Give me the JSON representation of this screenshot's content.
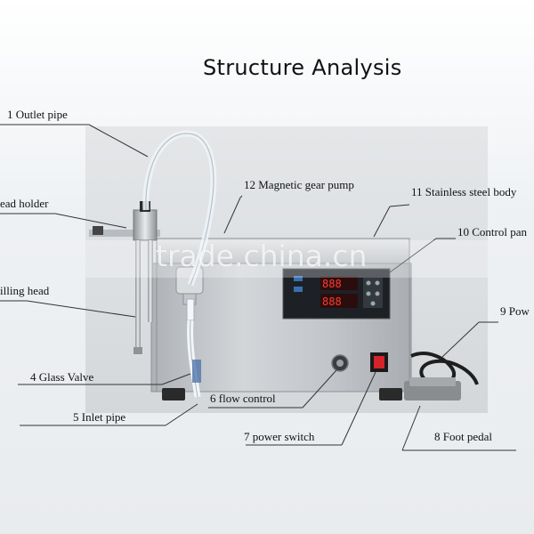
{
  "title": "Structure Analysis",
  "labels": {
    "outlet_pipe": "1 Outlet pipe",
    "head_holder": "ead holder",
    "filling_head": "illing head",
    "glass_valve": "4 Glass Valve",
    "inlet_pipe": "5 Inlet pipe",
    "flow_control": "6 flow control",
    "power_switch": "7 power switch",
    "foot_pedal": "8 Foot pedal",
    "power": "9 Pow",
    "control_panel": "10 Control pan",
    "stainless_body": "11 Stainless steel body",
    "gear_pump": "12 Magnetic gear pump"
  },
  "display": {
    "digits_top": "888",
    "digits_bottom": "888"
  },
  "watermark": "trade.china.cn",
  "colors": {
    "body_steel": "#c2c6ca",
    "leader_line": "#333333",
    "switch_red": "#d6232a"
  }
}
